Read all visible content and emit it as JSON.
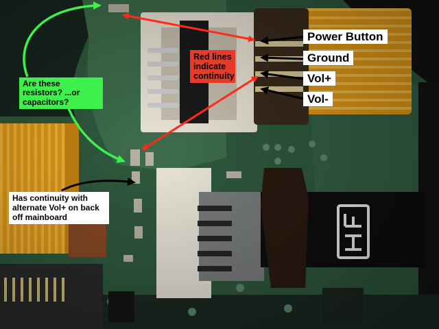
{
  "annotations": {
    "power_button": "Power Button",
    "ground": "Ground",
    "vol_plus": "Vol+",
    "vol_minus": "Vol-",
    "red_lines": "Red lines indicate continuity",
    "question": "Are these resistors? ...or capacitors?",
    "note": "Has continuity with alternate Vol+ on back off mainboard"
  },
  "colors": {
    "pcb_green": "#2f5a3e",
    "flex_orange": "#e8a11c",
    "connector_white": "#e9e4d6",
    "label_green": "#3df04a",
    "label_red": "#e83a28",
    "arrow_red": "#ff2a1a",
    "arrow_green": "#3df04a",
    "arrow_black": "#000000"
  }
}
